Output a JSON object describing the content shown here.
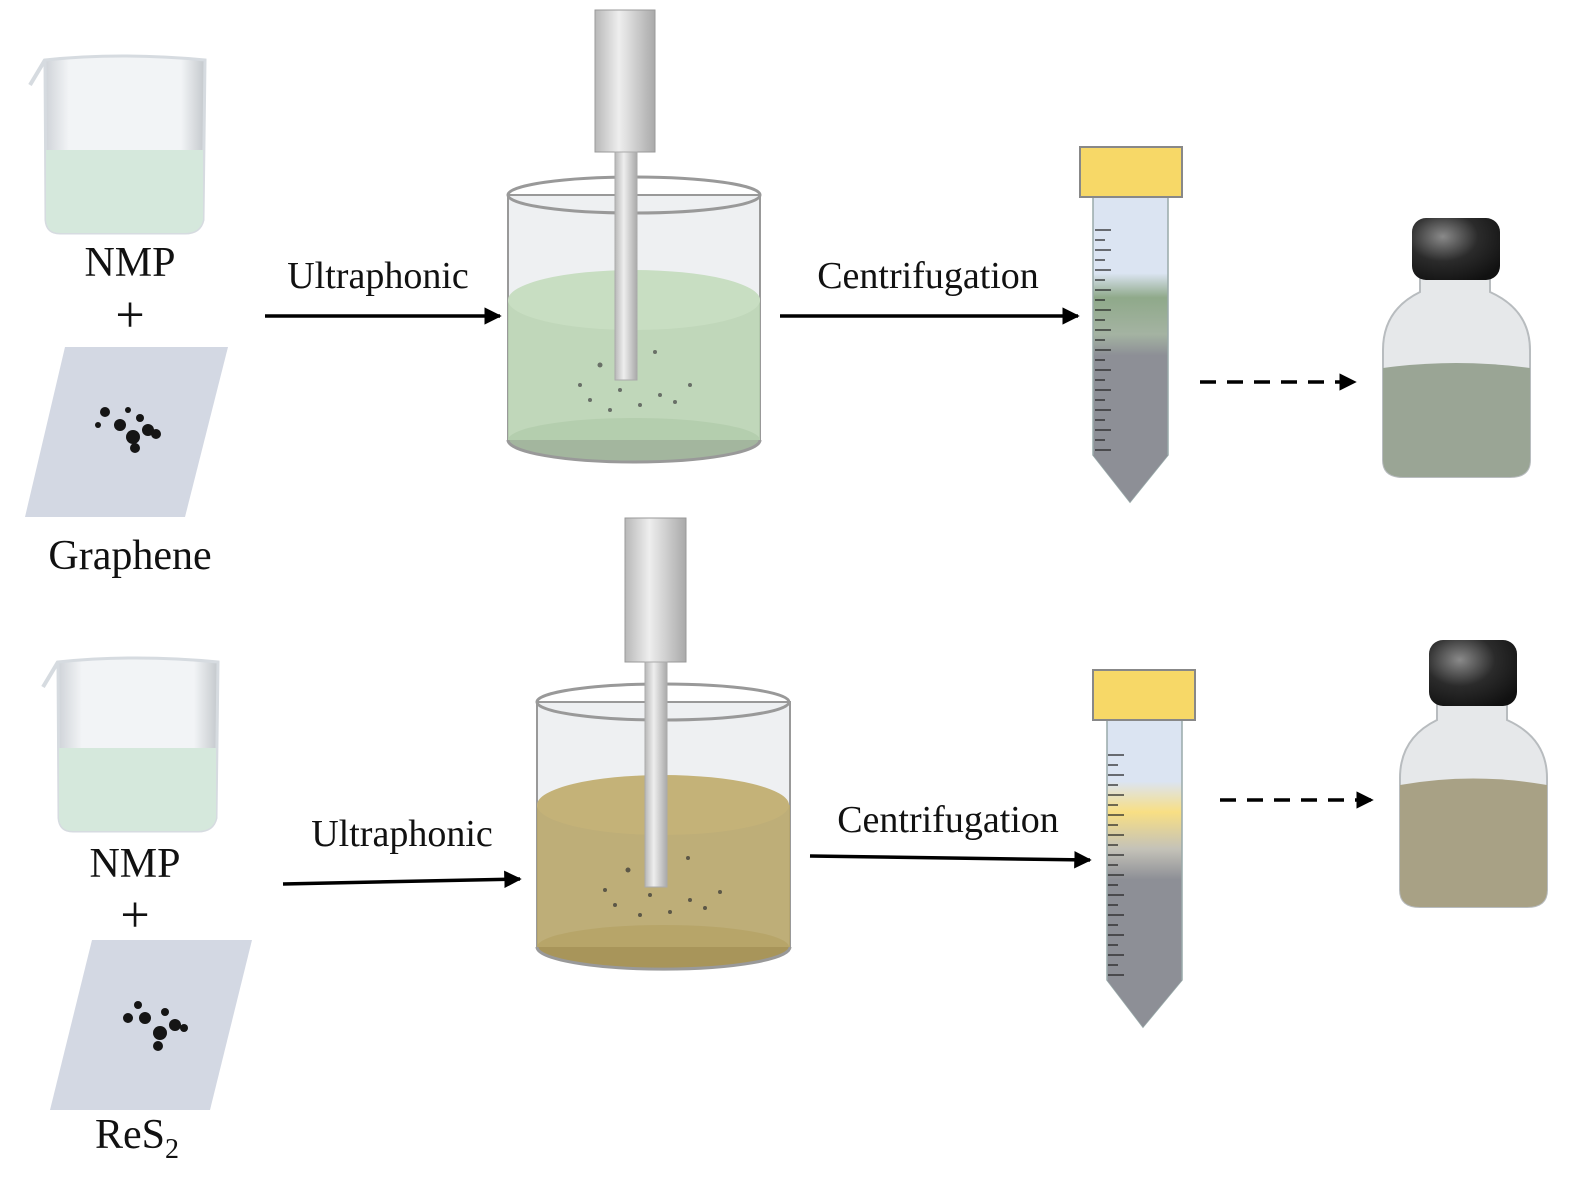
{
  "rows": [
    {
      "solvent": "NMP",
      "plus": "+",
      "material": "Graphene",
      "step1": "Ultraphonic",
      "step2": "Centrifugation",
      "liquid_color": "#b7d2b0",
      "dispersion_color": "#9aa595"
    },
    {
      "solvent": "NMP",
      "plus": "+",
      "material_base": "ReS",
      "material_sub": "2",
      "step1": "Ultraphonic",
      "step2": "Centrifugation",
      "liquid_color": "#b8a66a",
      "dispersion_color": "#a8a185"
    }
  ],
  "colors": {
    "cap": "#f7d867",
    "beaker_liquid": "#d5e8dc",
    "paper": "#d3d8e3"
  }
}
